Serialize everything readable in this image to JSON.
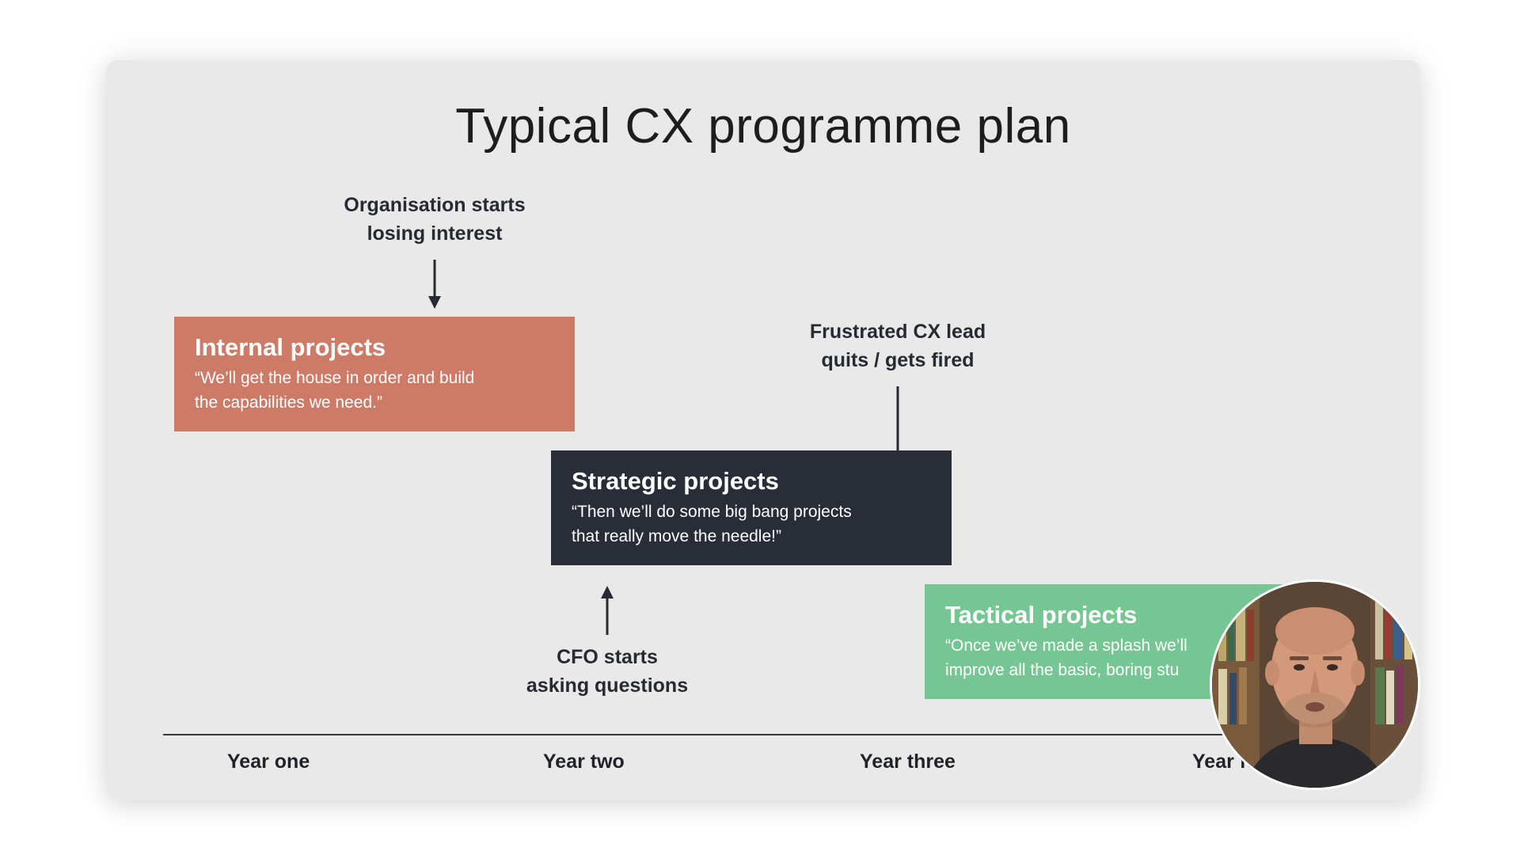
{
  "slide": {
    "title": "Typical CX programme plan"
  },
  "annotations": {
    "org_interest": [
      "Organisation starts",
      "losing interest"
    ],
    "cfo_questions": [
      "CFO starts",
      "asking questions"
    ],
    "cx_lead": [
      "Frustrated CX lead",
      "quits / gets fired"
    ]
  },
  "phases": [
    {
      "title": "Internal projects",
      "quote": "“We’ll get the house in order and build\nthe capabilities we need.”",
      "color": "#cd7b66"
    },
    {
      "title": "Strategic projects",
      "quote": "“Then we’ll do some big bang projects\nthat really move the needle!”",
      "color": "#282d38"
    },
    {
      "title": "Tactical projects",
      "quote": "“Once we’ve made a splash we’ll\nimprove all the basic, boring stu",
      "color": "#76c693"
    }
  ],
  "timeline": {
    "years": [
      "Year one",
      "Year two",
      "Year three",
      "Year fo"
    ]
  },
  "presenter": {
    "icon": "webcam-presenter-icon"
  }
}
